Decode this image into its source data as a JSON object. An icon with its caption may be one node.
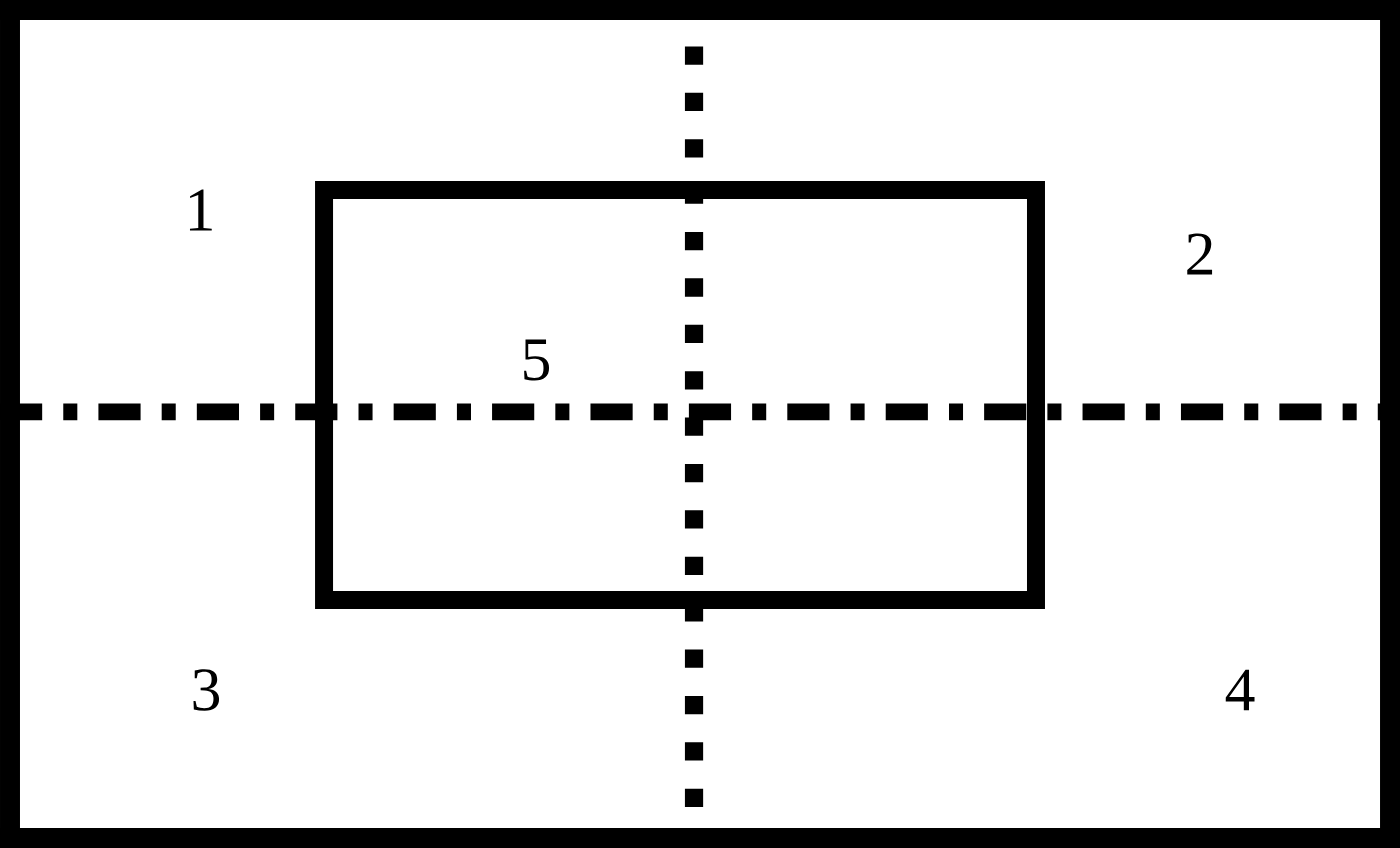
{
  "diagram": {
    "nodes": [
      {
        "text": [],
        "shape": "box"
      },
      {
        "text": [
          "5"
        ],
        "in": 0
      }
    ],
    "labels": [
      "1",
      "2",
      "3",
      "4"
    ]
  }
}
